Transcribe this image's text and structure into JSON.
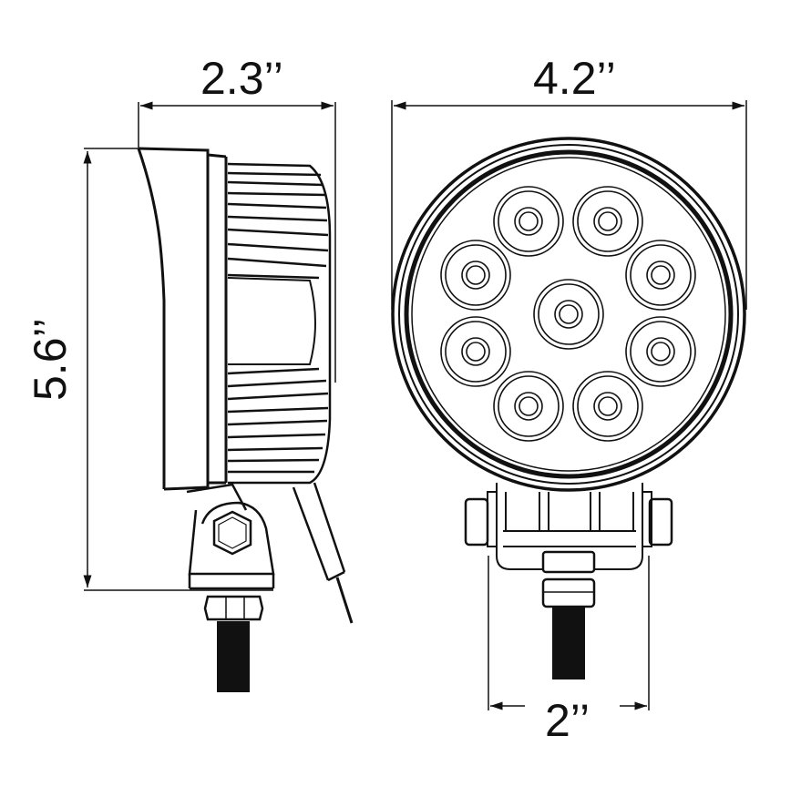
{
  "diagram": {
    "subject": "Round LED work light dimension drawing",
    "views": [
      "side-view",
      "front-view"
    ],
    "dimensions": {
      "depth": "2.3’’",
      "height": "5.6’’",
      "width": "4.2’’",
      "bracket_width": "2’’"
    },
    "led_count": 9,
    "colors": {
      "line": "#111111",
      "background": "#ffffff"
    }
  }
}
